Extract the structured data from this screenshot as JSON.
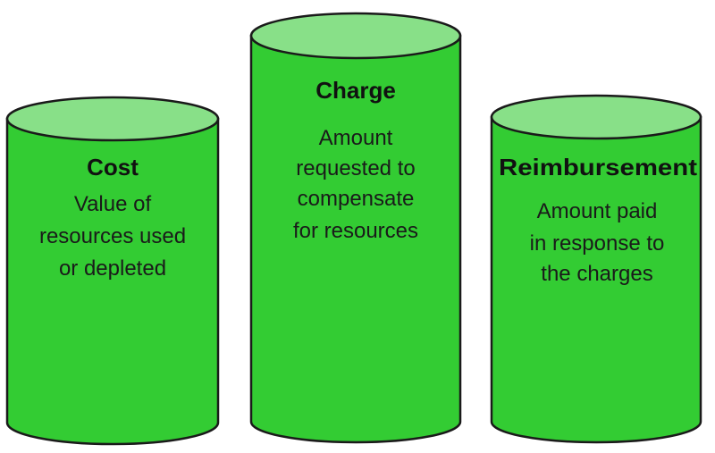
{
  "colors": {
    "cylinder_body": "#33cc33",
    "cylinder_top": "#88e088",
    "outline": "#1a1a1a",
    "text": "#111111"
  },
  "cylinders": [
    {
      "title": "Cost",
      "lines": [
        "Value of",
        "resources used",
        "or depleted"
      ]
    },
    {
      "title": "Charge",
      "lines": [
        "Amount",
        "requested to",
        "compensate",
        "for resources"
      ]
    },
    {
      "title": "Reimbursement",
      "lines": [
        "Amount paid",
        "in response to",
        "the charges"
      ]
    }
  ]
}
